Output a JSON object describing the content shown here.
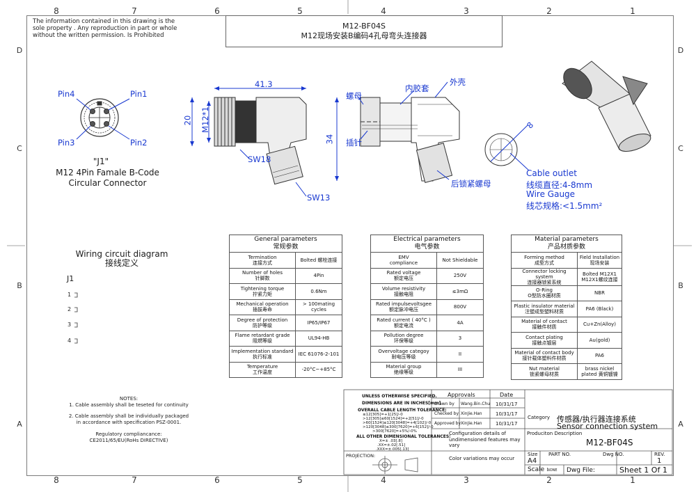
{
  "zones": {
    "columns": [
      "8",
      "7",
      "6",
      "5",
      "4",
      "3",
      "2",
      "1"
    ],
    "rows": [
      "D",
      "C",
      "B",
      "A"
    ]
  },
  "notice": "The information contained in this drawing is the sole property . Any reproduction in part or whole without the written permission. Is Prohibited",
  "title": {
    "part_no": "M12-BF04S",
    "name": "M12现场安装B编码4孔母弯头连接器"
  },
  "face_view": {
    "pins": {
      "pin1": "Pin1",
      "pin2": "Pin2",
      "pin3": "Pin3",
      "pin4": "Pin4"
    },
    "label": "\"J1\"",
    "caption_line1": "M12 4Pin Famale B-Code",
    "caption_line2": "Circular Connector"
  },
  "side_view": {
    "dim_length": "41.3",
    "dim_height": "20",
    "dim_thread": "M12*1",
    "dim_body": "34",
    "sw_nut": "SW18",
    "sw_gland": "SW13"
  },
  "section_view": {
    "nut": "螺母",
    "inner_sleeve": "内胶套",
    "housing": "外壳",
    "pin": "插针",
    "rear_nut": "后锁紧螺母"
  },
  "cable_view": {
    "diameter": "8",
    "outlet_en": "Cable outlet",
    "outlet_cn": "线缆直径:4-8mm",
    "gauge_en": "Wire Gauge",
    "gauge_cn": "线芯规格:<1.5mm²"
  },
  "general_params": {
    "title_en": "General parameters",
    "title_cn": "常规参数",
    "rows": [
      {
        "k_en": "Termination",
        "k_cn": "连接方式",
        "v": "Bolted 螺栓连接"
      },
      {
        "k_en": "Number of holes",
        "k_cn": "针脚数",
        "v": "4Pin"
      },
      {
        "k_en": "Tightening torque",
        "k_cn": "拧紧力矩",
        "v": "0.6Nm"
      },
      {
        "k_en": "Mechanical operation",
        "k_cn": "插拔寿命",
        "v": "> 100mating cycles"
      },
      {
        "k_en": "Degree of protection",
        "k_cn": "防护等级",
        "v": "IP65/IP67"
      },
      {
        "k_en": "Flame retardant grade",
        "k_cn": "阻燃等级",
        "v": "UL94-HB"
      },
      {
        "k_en": "Implementation standard",
        "k_cn": "执行标准",
        "v": "IEC 61076-2-101"
      },
      {
        "k_en": "Temperature",
        "k_cn": "工作温度",
        "v": "-20°C~+85°C"
      }
    ]
  },
  "electrical_params": {
    "title_en": "Electrical parameters",
    "title_cn": "电气参数",
    "rows": [
      {
        "k_en": "EMV",
        "k_cn": "compliance",
        "v": "Not Shieldable"
      },
      {
        "k_en": "Rated voltage",
        "k_cn": "额定电压",
        "v": "250V"
      },
      {
        "k_en": "Volume resistivity",
        "k_cn": "接触电阻",
        "v": "≤3mΩ"
      },
      {
        "k_en": "Rated impulsevoltsgee",
        "k_cn": "额定脉冲电压",
        "v": "800V"
      },
      {
        "k_en": "Rated current ( 40°C )",
        "k_cn": "额定电流",
        "v": "4A"
      },
      {
        "k_en": "Pollution degree",
        "k_cn": "环保等级",
        "v": "3"
      },
      {
        "k_en": "Overvoltage categoy",
        "k_cn": "耐电压等级",
        "v": "II"
      },
      {
        "k_en": "Material group",
        "k_cn": "绝缘等级",
        "v": "III"
      }
    ]
  },
  "material_params": {
    "title_en": "Material parameters",
    "title_cn": "产品材质参数",
    "rows": [
      {
        "k_en": "Forming method",
        "k_cn": "成型方式",
        "v": "Field Installation 现场安装"
      },
      {
        "k_en": "Connector locking system",
        "k_cn": "连接器锁紧系统",
        "v": "Bolted M12X1 M12X1螺纹连接"
      },
      {
        "k_en": "O-Ring",
        "k_cn": "O型防水圈材质",
        "v": "NBR"
      },
      {
        "k_en": "Plastic insulator material",
        "k_cn": "注塑成型塑料材质",
        "v": "PA6 (Black)"
      },
      {
        "k_en": "Material of contact",
        "k_cn": "接触件材质",
        "v": "Cu+Zn(Alloy)"
      },
      {
        "k_en": "Contact plating",
        "k_cn": "接触点镀层",
        "v": "Au(gold)"
      },
      {
        "k_en": "Material of contact body",
        "k_cn": "接针载体塑料件材质",
        "v": "PA6"
      },
      {
        "k_en": "Nut material",
        "k_cn": "锁紧螺母材质",
        "v": "brass nickel plated 黄铜镀镍"
      }
    ]
  },
  "wiring": {
    "title_en": "Wiring circuit diagram",
    "title_cn": "接线定义",
    "connector": "J1",
    "pins": [
      "1",
      "2",
      "3",
      "4"
    ]
  },
  "notes": {
    "heading": "NOTES:",
    "note1": "1. Cable assembly shall be teseted for continuity",
    "note2": "2. Cable assembly shall be individually packaged in accordance with  specification PSZ-0001.",
    "compliance_title": "Regulatory compliancance:",
    "compliance": "CE2011/65/EU(RoHs DIRECTIVE)"
  },
  "title_block": {
    "unless": "UNLESS OTHERWISE SPECIFIED.",
    "dims": "DIMENSIONS ARE IN INCHES[mm]",
    "overall": "OVERALL CABLE LENGTH TOLERANCE:",
    "tol_lines": [
      "≤12[305]=+1[25]/-0",
      ">12[305]≤60[1524]=+2[51]/-0",
      ">60[1524]≤120[3048]=+4[102]/-0",
      ">120[3048]≤300[7620]=+6[152]/-0",
      ">300[7620]=+5%/-0%"
    ],
    "other_tol": "ALL OTHER DIMENSIONAL TOLERANCES:",
    "other_lines": [
      "X=± .03[.8]",
      ".XX=±.02[.51]",
      ".XXX=±.005[.13]"
    ],
    "projection": "PROJECTION:",
    "approvals": "Approvals",
    "date": "Date",
    "drawn_by": "Drawn by",
    "drawn_name": "Wang.Bin.Chu",
    "drawn_date": "10/31/17",
    "checked_by": "Checked by",
    "checked_name": "XinJie.Han",
    "checked_date": "10/31/17",
    "approved_by": "Approved by",
    "approved_name": "XinJie.Han",
    "approved_date": "10/31/17",
    "config": "Configuration details of undimensioned features may vary",
    "color": "Color variations may occur",
    "category_label": "Category",
    "category_cn": "传感器/执行器连接系统",
    "category_en": "Sensor connection system",
    "prod_desc": "Produciton Description",
    "prod_value": "M12-BF04S",
    "size_label": "Size",
    "size_value": "A4",
    "part_no_label": "PART NO.",
    "dwg_no_label": "Dwg NO.",
    "rev_label": "REV.",
    "rev_value": "1",
    "scale_label": "Scale :",
    "scale_value": "NONE",
    "dwg_file": "Dwg File:",
    "sheet": "Sheet 1 Of 1"
  }
}
